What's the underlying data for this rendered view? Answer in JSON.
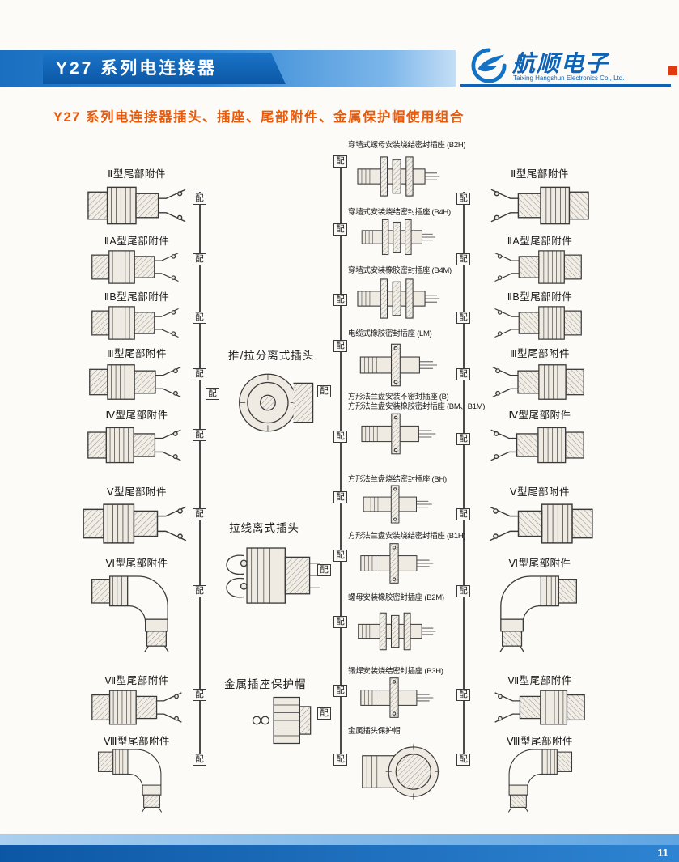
{
  "header": {
    "title": "Y27 系列电连接器",
    "brand": "航顺电子",
    "brand_sub": "Taixing Hangshun Electronics Co., Ltd."
  },
  "subtitle": "Y27 系列电连接器插头、插座、尾部附件、金属保护帽使用组合",
  "footer": {
    "page_number": "11"
  },
  "colors": {
    "brand_blue": "#0f63b5",
    "header_blue": "#2f85d3",
    "accent_red": "#e23a10",
    "subtitle_orange": "#e85a0c"
  },
  "diagram": {
    "match_label": "配",
    "tail_accessories": [
      "Ⅱ型尾部附件",
      "ⅡA型尾部附件",
      "ⅡB型尾部附件",
      "Ⅲ型尾部附件",
      "Ⅳ型尾部附件",
      "Ⅴ型尾部附件",
      "Ⅵ型尾部附件",
      "Ⅶ型尾部附件",
      "Ⅷ型尾部附件"
    ],
    "plugs": [
      "推/拉分离式插头",
      "拉线离式插头",
      "金属插座保护帽"
    ],
    "sockets": [
      "穿墙式螺母安装烧结密封插座 (B2H)",
      "穿墙式安装烧结密封插座 (B4H)",
      "穿墙式安装橡胶密封插座 (B4M)",
      "电缆式橡胶密封插座 (LM)",
      "方形法兰盘安装不密封插座 (B)",
      "方形法兰盘安装橡胶密封插座 (BM、B1M)",
      "方形法兰盘烧结密封插座 (BH)",
      "方形法兰盘安装烧结密封插座 (B1H)",
      "螺母安装橡胶密封插座 (B2M)",
      "锡焊安装烧结密封插座 (B3H)",
      "金属插头保护帽"
    ]
  }
}
